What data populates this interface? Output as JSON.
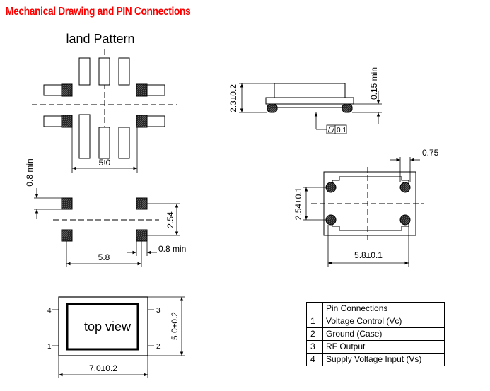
{
  "title": "Mechanical Drawing and PIN Connections",
  "land_pattern": {
    "label": "land Pattern",
    "dim_width": "5.0",
    "dim_pad_min": "0.8 min",
    "dim_pitch": "2.54",
    "dim_width_bottom": "5.8",
    "dim_pad_min_bottom": "0.8 min"
  },
  "side_view": {
    "dim_height": "2.3±0.2",
    "dim_standoff": "0.15 min",
    "flatness": "0.1"
  },
  "bottom_view": {
    "dim_pad": "0.75",
    "dim_pitch": "2.54±0.1",
    "dim_width": "5.8±0.1"
  },
  "top_view": {
    "label": "top view",
    "pin1": "1",
    "pin2": "2",
    "pin3": "3",
    "pin4": "4",
    "dim_height": "5.0±0.2",
    "dim_width": "7.0±0.2"
  },
  "pin_table": {
    "header": "Pin Connections",
    "rows": [
      {
        "num": "1",
        "desc": "Voltage Control (Vc)"
      },
      {
        "num": "2",
        "desc": "Ground (Case)"
      },
      {
        "num": "3",
        "desc": "RF Output"
      },
      {
        "num": "4",
        "desc": "Supply Voltage Input (Vs)"
      }
    ]
  }
}
